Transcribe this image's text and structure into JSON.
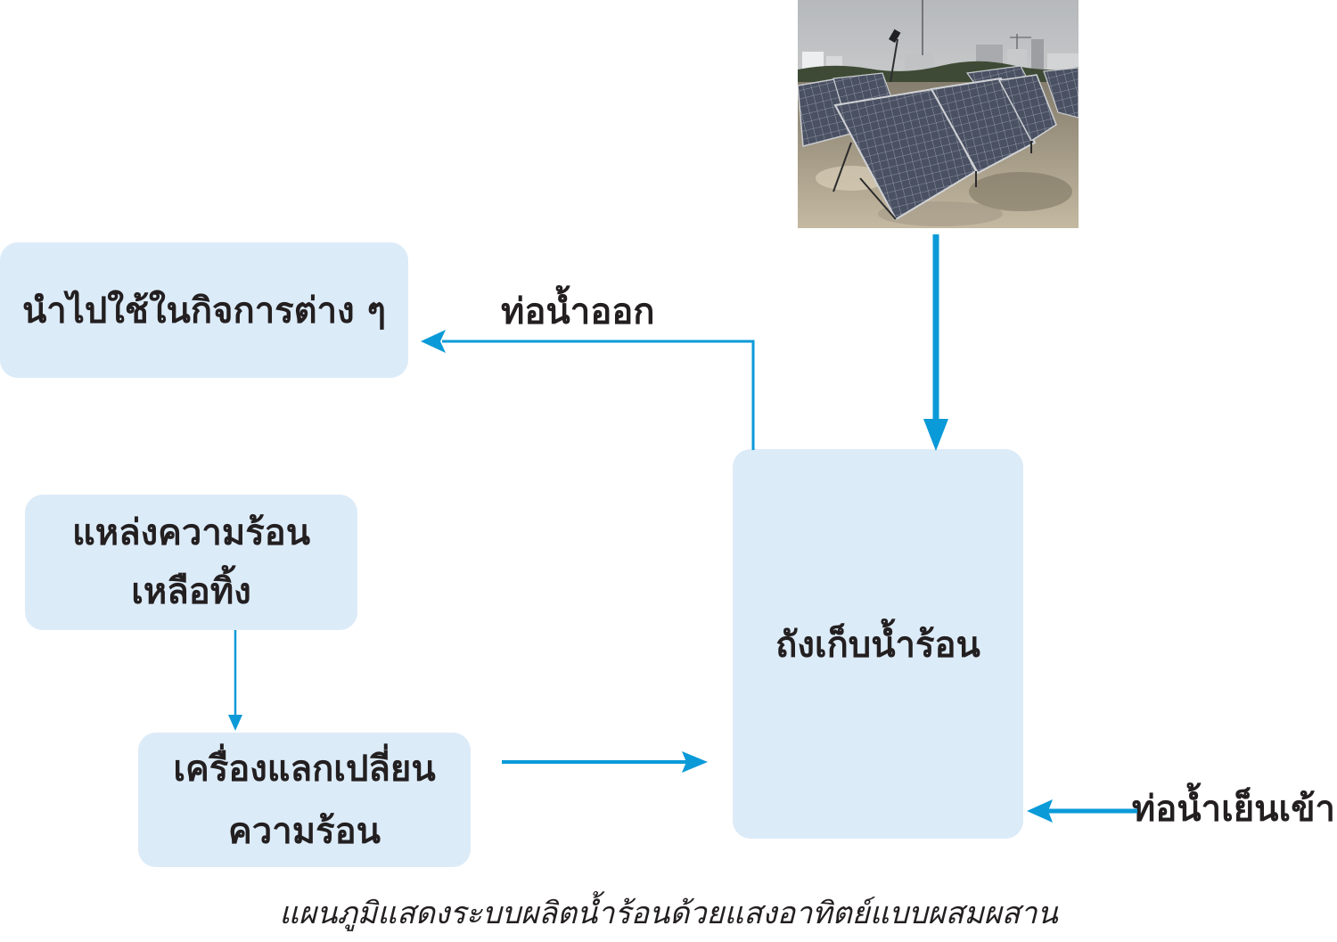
{
  "diagram": {
    "usage_box": {
      "label": "นำไปใช้ในกิจการต่าง ๆ"
    },
    "outlet_pipe": {
      "label": "ท่อน้ำออก"
    },
    "waste_heat_box": {
      "lines": [
        "แหล่งความร้อน",
        "เหลือทิ้ง"
      ]
    },
    "heat_exchanger_box": {
      "lines": [
        "เครื่องแลกเปลี่ยน",
        "ความร้อน"
      ]
    },
    "tank_box": {
      "label": "ถังเก็บน้ำร้อน"
    },
    "inlet_pipe": {
      "label": "ท่อน้ำเย็นเข้า"
    }
  },
  "caption": "แผนภูมิแสดงระบบผลิตน้ำร้อนด้วยแสงอาทิตย์แบบผสมผสาน",
  "colors": {
    "box_fill": "#dcebf8",
    "arrow": "#0a9ad8",
    "text": "#231f20"
  }
}
